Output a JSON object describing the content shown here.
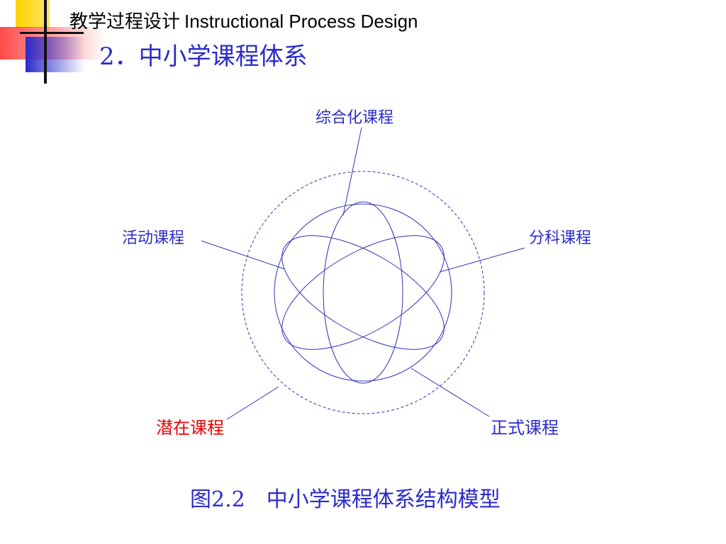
{
  "header": {
    "title_cn": "教学过程设计",
    "title_en": "Instructional Process Design"
  },
  "section_title": "2．中小学课程体系",
  "diagram": {
    "labels": {
      "top": "综合化课程",
      "left": "活动课程",
      "right": "分科课程",
      "bottom_left": "潜在课程",
      "bottom_right": "正式课程"
    }
  },
  "caption": "图2.2　中小学课程体系结构模型",
  "colors": {
    "accent_blue": "#2b2bcc",
    "line_blue": "#3333bb",
    "red": "#ee0000",
    "deco_yellow": "#ffd200",
    "deco_red": "#ff4040",
    "deco_blue": "#2b2bcc"
  }
}
